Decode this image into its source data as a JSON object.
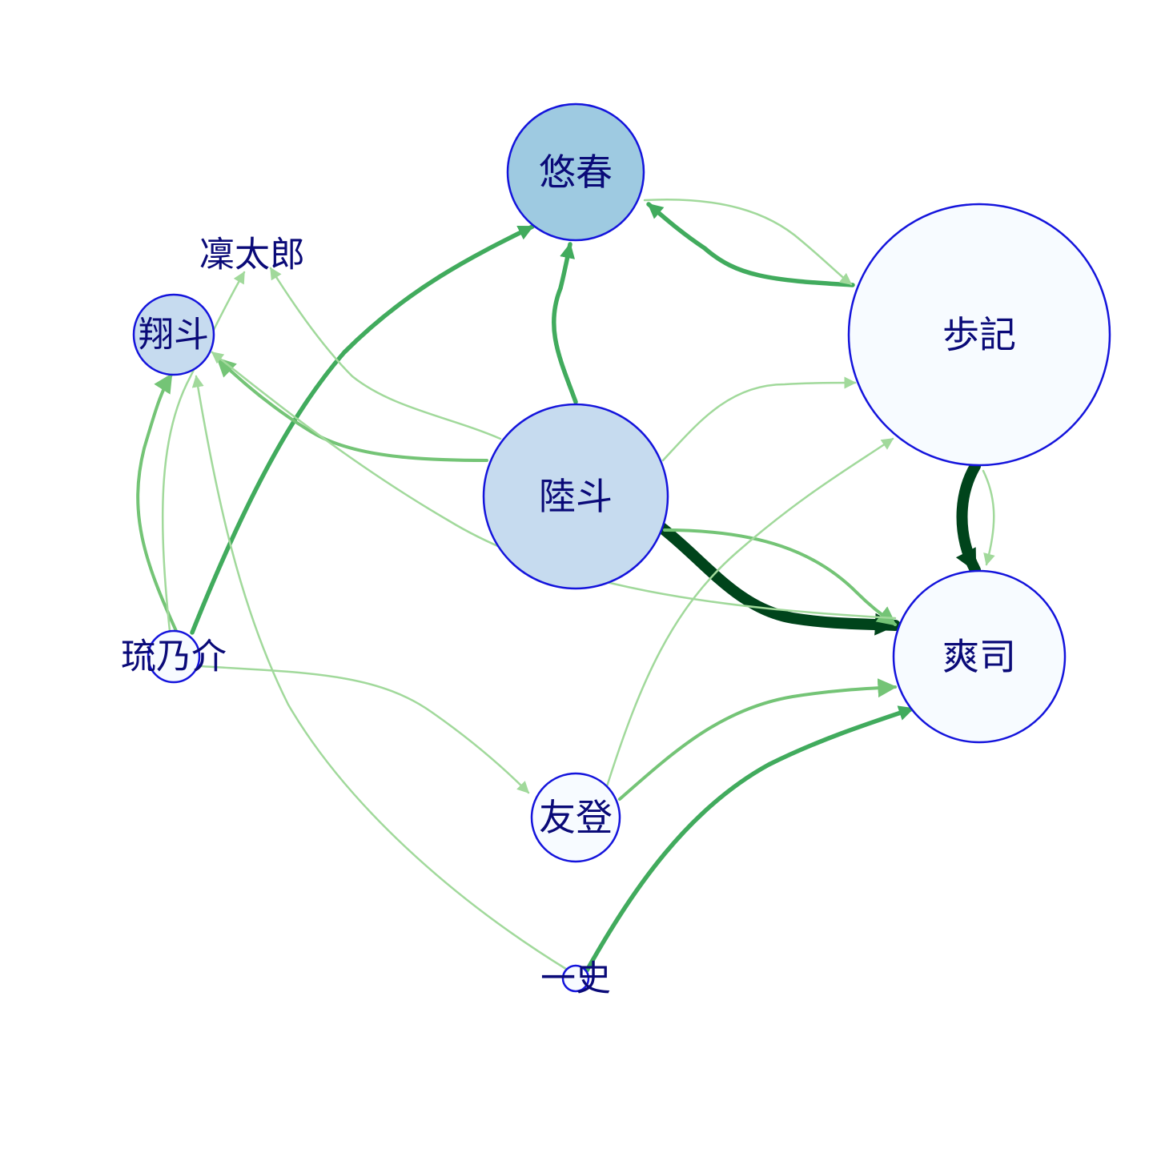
{
  "colors": {
    "background": "#ffffff",
    "node_stroke": "#1414dc",
    "label": "#0a0a78"
  },
  "nodes": [
    {
      "id": "haruka",
      "label": "悠春",
      "fill": "#9ecae1"
    },
    {
      "id": "rintaro",
      "label": "凜太郎",
      "fill": "none"
    },
    {
      "id": "shoto",
      "label": "翔斗",
      "fill": "#c6dbef"
    },
    {
      "id": "ayuki",
      "label": "歩記",
      "fill": "#f7fbff"
    },
    {
      "id": "rikuto",
      "label": "陸斗",
      "fill": "#c6dbef"
    },
    {
      "id": "sojiro",
      "label": "爽司",
      "fill": "#f7fbff"
    },
    {
      "id": "runosuke",
      "label": "琉乃介",
      "fill": "#f7fbff"
    },
    {
      "id": "yuto",
      "label": "友登",
      "fill": "#f7fbff"
    },
    {
      "id": "kazushi",
      "label": "一史",
      "fill": "#f7fbff"
    }
  ],
  "edges": [
    {
      "from": "rikuto",
      "to": "sojiro",
      "weight": 5,
      "color": "#00441b"
    },
    {
      "from": "ayuki",
      "to": "sojiro",
      "weight": 5,
      "color": "#00441b"
    },
    {
      "from": "sojiro",
      "to": "ayuki",
      "weight": 1,
      "color": "#a1d99b"
    },
    {
      "from": "ayuki",
      "to": "haruka",
      "weight": 3,
      "color": "#41ab5d"
    },
    {
      "from": "haruka",
      "to": "ayuki",
      "weight": 1,
      "color": "#a1d99b"
    },
    {
      "from": "rikuto",
      "to": "haruka",
      "weight": 3,
      "color": "#41ab5d"
    },
    {
      "from": "runosuke",
      "to": "haruka",
      "weight": 3,
      "color": "#41ab5d"
    },
    {
      "from": "kazushi",
      "to": "sojiro",
      "weight": 3,
      "color": "#41ab5d"
    },
    {
      "from": "rikuto",
      "to": "shoto",
      "weight": 2,
      "color": "#74c476"
    },
    {
      "from": "rikuto",
      "to": "sojiro",
      "weight": 2,
      "color": "#74c476"
    },
    {
      "from": "yuto",
      "to": "sojiro",
      "weight": 2,
      "color": "#74c476"
    },
    {
      "from": "runosuke",
      "to": "shoto",
      "weight": 2,
      "color": "#74c476"
    },
    {
      "from": "rikuto",
      "to": "ayuki",
      "weight": 1,
      "color": "#a1d99b"
    },
    {
      "from": "rikuto",
      "to": "rintaro",
      "weight": 1,
      "color": "#a1d99b"
    },
    {
      "from": "sojiro",
      "to": "shoto",
      "weight": 1,
      "color": "#a1d99b"
    },
    {
      "from": "yuto",
      "to": "ayuki",
      "weight": 1,
      "color": "#a1d99b"
    },
    {
      "from": "runosuke",
      "to": "yuto",
      "weight": 1,
      "color": "#a1d99b"
    },
    {
      "from": "runosuke",
      "to": "rintaro",
      "weight": 1,
      "color": "#a1d99b"
    },
    {
      "from": "kazushi",
      "to": "shoto",
      "weight": 1,
      "color": "#a1d99b"
    }
  ]
}
